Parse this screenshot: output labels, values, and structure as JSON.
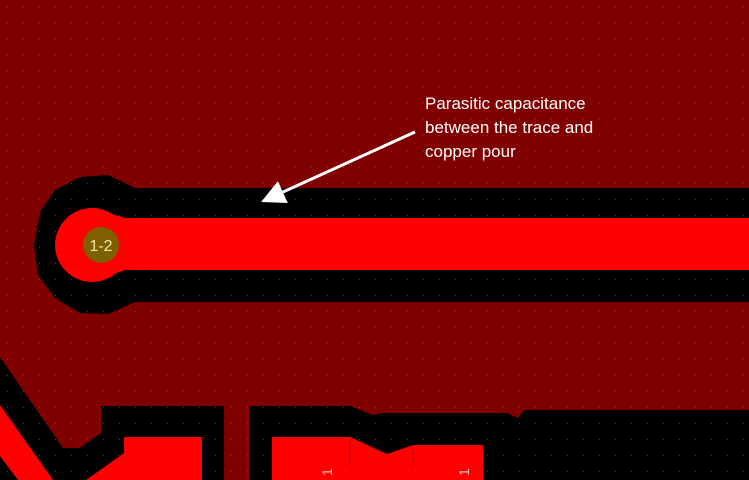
{
  "annotation": {
    "lines": [
      "Parasitic capacitance",
      "between the trace and",
      "copper pour"
    ]
  },
  "via": {
    "label": "1-2"
  },
  "pads": [
    {
      "label": "1"
    },
    {
      "label": "1"
    }
  ],
  "colors": {
    "copper_pour": "#800000",
    "clearance": "#000000",
    "trace": "#ff0000",
    "via": "#7f6000",
    "via_text": "#f5e6a0",
    "annotation": "#ffffff"
  }
}
